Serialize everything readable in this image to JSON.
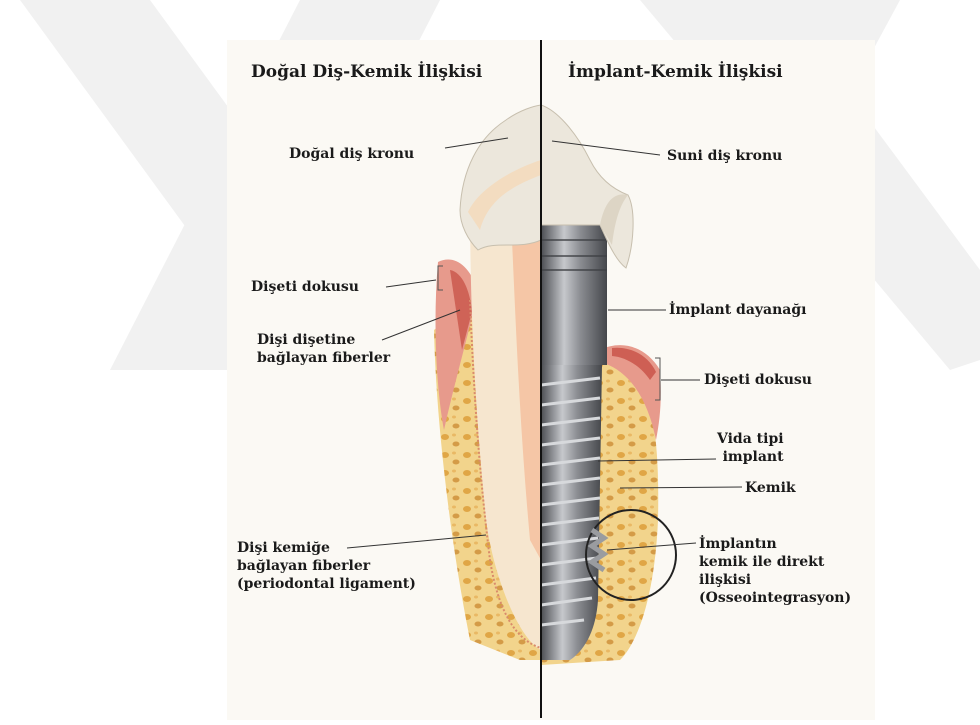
{
  "left_panel": {
    "title": "Doğal Diş-Kemik İlişkisi"
  },
  "right_panel": {
    "title": "İmplant-Kemik İlişkisi"
  },
  "labels": {
    "natural_crown": "Doğal diş kronu",
    "artificial_crown": "Suni diş kronu",
    "gingiva_left": "Dişeti dokusu",
    "fibers_gingiva": "Dişi dişetine\nbağlayan fiberler",
    "abutment": "İmplant dayanağı",
    "gingiva_right": "Dişeti dokusu",
    "screw_implant": "Vida tipi\nimplant",
    "bone": "Kemik",
    "periodontal_ligament": "Dişi kemiğe\nbağlayan fiberler\n(periodontal ligament)",
    "osseointegration": "İmplantın\nkemik ile direkt\nilişkisi\n(Osseointegrasyon)"
  },
  "colors": {
    "watermark": "#f1f1f1",
    "panel_bg": "#fbf9f4",
    "bone": "#f2d48c",
    "bone_spot": "#d9962e",
    "gingiva": "#e79a8c",
    "gingiva_dark": "#c9554a",
    "dentin": "#f6e6cf",
    "enamel": "#ece7dc",
    "pulp": "#f5c6a6",
    "metal": "#7d7f84",
    "metal_dark": "#4b4d52",
    "metal_light": "#c6c8cc",
    "divider": "#111111"
  }
}
